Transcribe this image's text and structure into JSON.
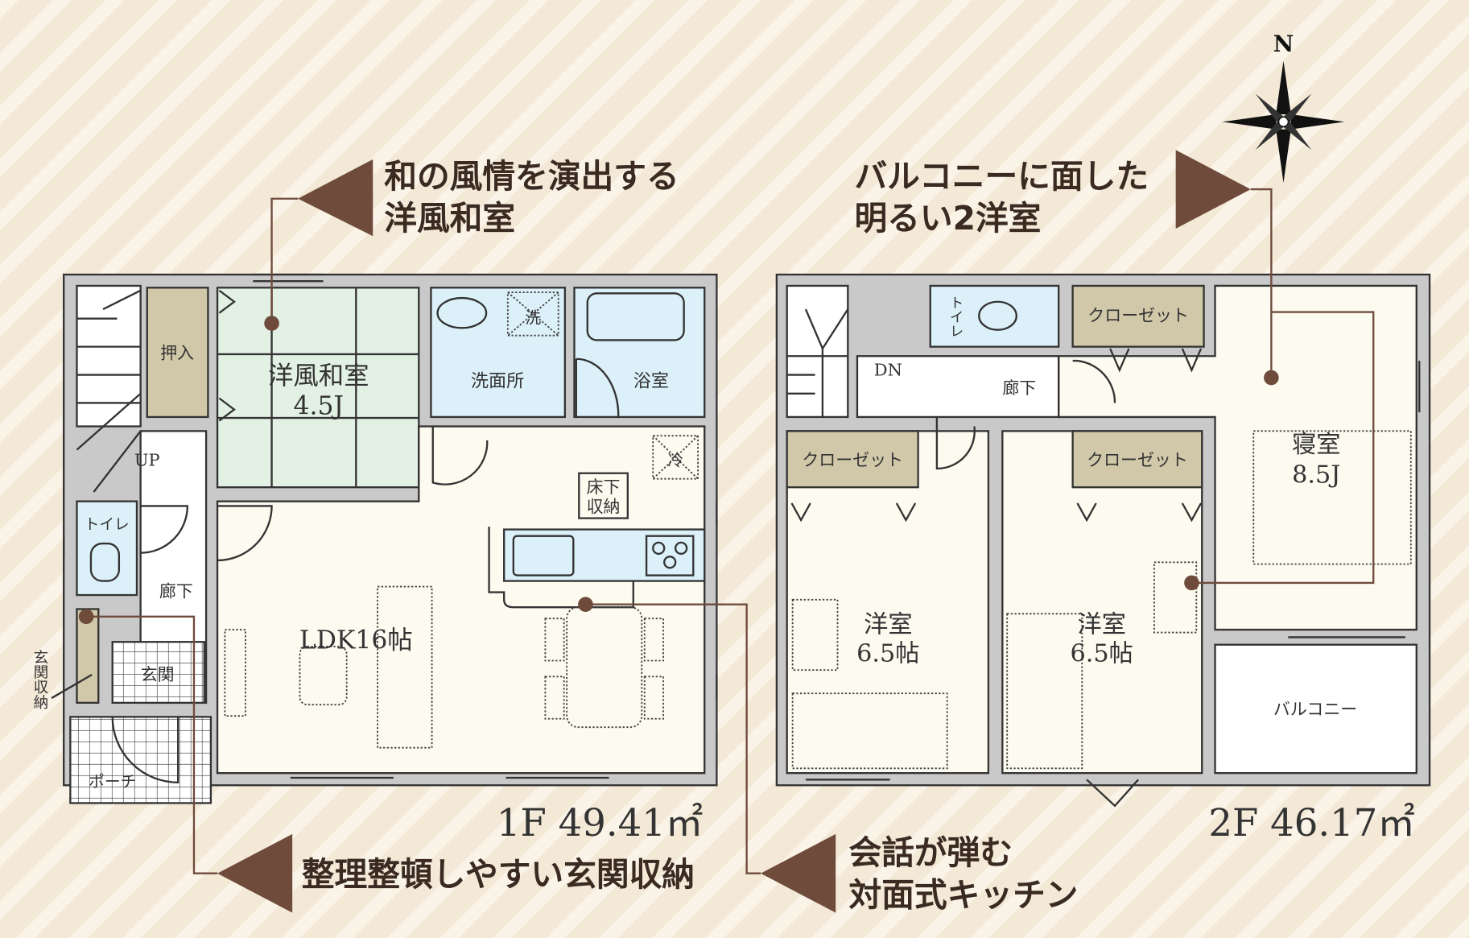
{
  "annotations": {
    "japanese_room_line1": "和の風情を演出する",
    "japanese_room_line2": "洋風和室",
    "western_rooms_line1": "バルコニーに面した",
    "western_rooms_line2": "明るい2洋室",
    "entrance_storage": "整理整頓しやすい玄関収納",
    "kitchen_line1": "会話が弾む",
    "kitchen_line2": "対面式キッチン"
  },
  "compass": {
    "north": "N"
  },
  "floor1": {
    "area_label": "1F 49.41㎡",
    "rooms": {
      "oshiire": "押入",
      "washitsu": "洋風和室",
      "washitsu_size": "4.5J",
      "senmenjo": "洗面所",
      "sentaku": "洗",
      "yokushitsu": "浴室",
      "rei": "冷",
      "yukashita_1": "床下",
      "yukashita_2": "収納",
      "up": "UP",
      "toilet": "トイレ",
      "rouka": "廊下",
      "ldk": "LDK16帖",
      "genkan": "玄関",
      "genkan_shuno": "玄関収納",
      "porch": "ポーチ"
    }
  },
  "floor2": {
    "area_label": "2F 46.17㎡",
    "rooms": {
      "dn": "DN",
      "toilet": "トイレ",
      "closet_top": "クローゼット",
      "rouka": "廊下",
      "bedroom": "寝室",
      "bedroom_size": "8.5J",
      "closet_left": "クローゼット",
      "closet_mid": "クローゼット",
      "western_a": "洋室",
      "western_a_size": "6.5帖",
      "western_b": "洋室",
      "western_b_size": "6.5帖",
      "balcony": "バルコニー"
    }
  },
  "colors": {
    "accent_brown": "#6f4b3c",
    "wet_room": "#dcf0f9",
    "tatami": "#e2f1e4",
    "closet": "#d1c8a9"
  }
}
